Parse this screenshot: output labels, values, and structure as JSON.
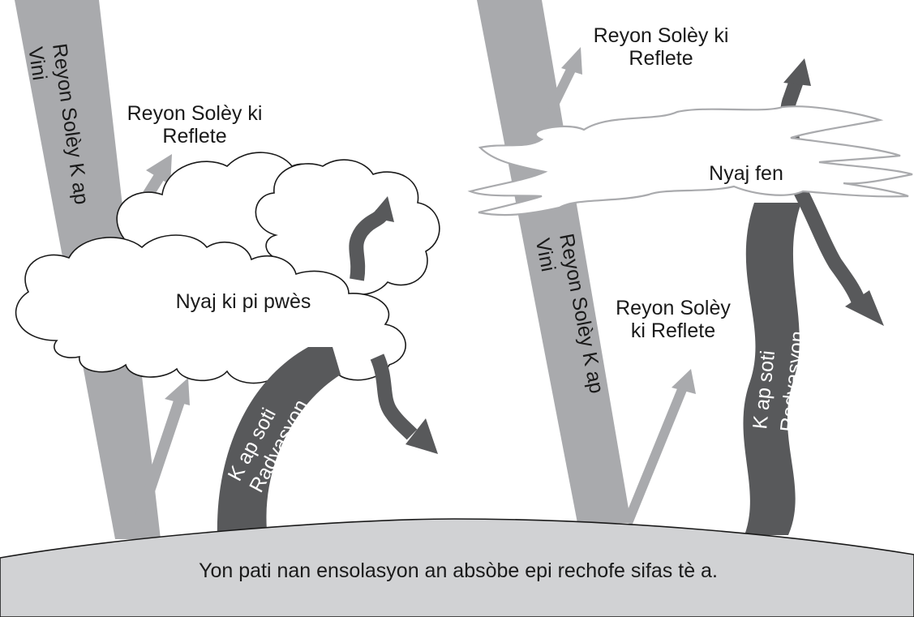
{
  "colors": {
    "sunlight": "#a9aaad",
    "radiation": "#58595b",
    "ground": "#d1d2d4",
    "outline": "#1a1a1a",
    "thin_cloud_outline": "#a9aaad"
  },
  "left_panel": {
    "incoming_label": "Reyon Solèy K ap Vini",
    "reflected_label": "Reyon Solèy ki Reflete",
    "cloud_label": "Nyaj ki pi pwès",
    "radiation_label": "K ap soti Radyasyon"
  },
  "right_panel": {
    "incoming_label": "Reyon Solèy K ap Vini",
    "reflected_top_label": "Reyon Solèy ki Reflete",
    "reflected_bottom_label": "Reyon Solèy ki Reflete",
    "cloud_label": "Nyaj fen",
    "radiation_label": "K ap soti Radyasyon"
  },
  "ground": {
    "label": "Yon pati nan ensolasyon an absòbe epi rechofe sifas tè a."
  }
}
